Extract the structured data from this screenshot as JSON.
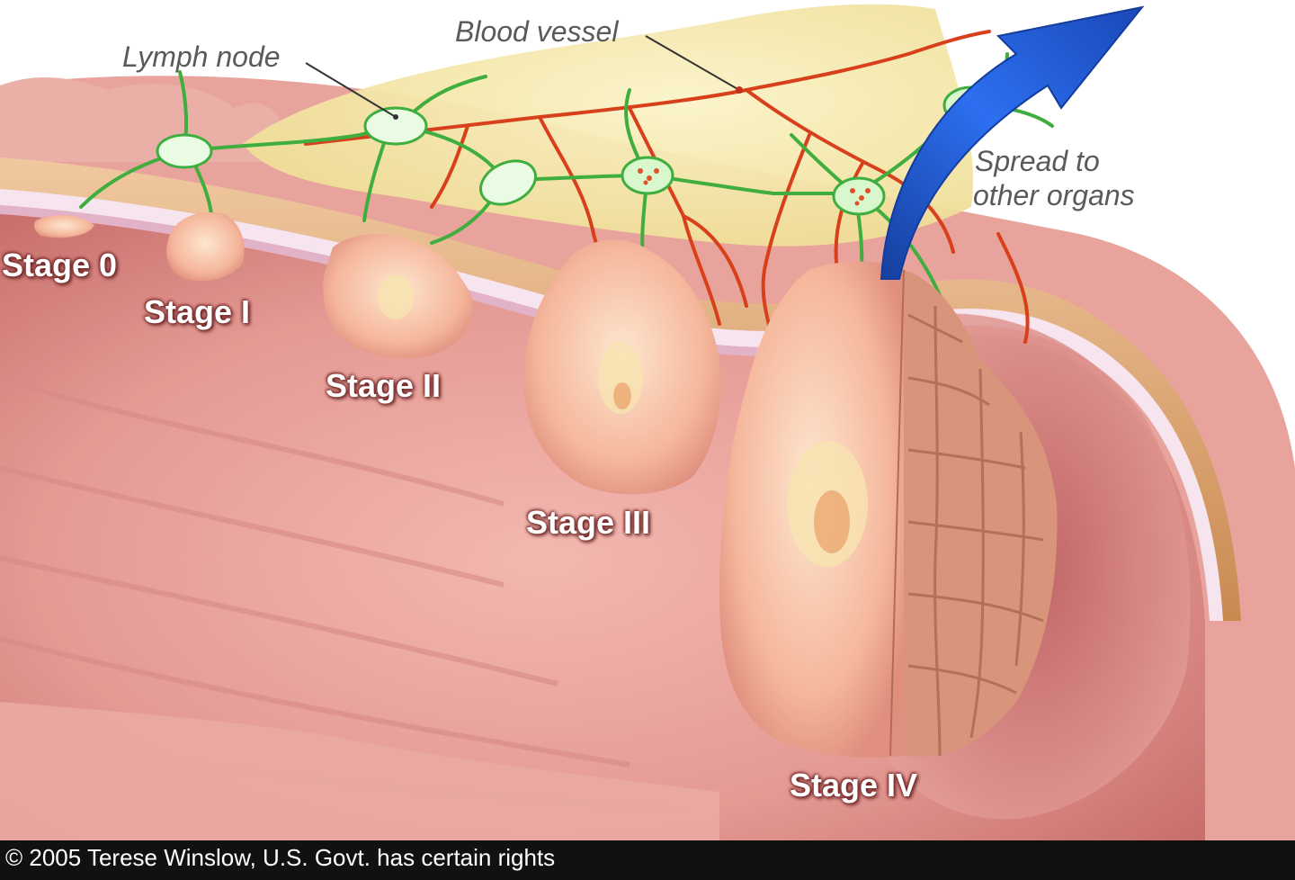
{
  "labels": {
    "stage_0": "Stage 0",
    "stage_1": "Stage I",
    "stage_2": "Stage II",
    "stage_3": "Stage III",
    "stage_4": "Stage IV"
  },
  "callouts": {
    "lymph_node": "Lymph node",
    "blood_vessel": "Blood vessel",
    "spread_line1": "Spread to",
    "spread_line2": "other organs"
  },
  "credit": "© 2005 Terese Winslow, U.S. Govt. has certain rights",
  "colors": {
    "mucosa": "#e8a09a",
    "tumor": "#f4b9a0",
    "fat": "#f3e3a0",
    "lymph_vessel": "#3fae3f",
    "blood_vessel": "#d8401c",
    "arrow": "#1f56d8",
    "footer": "#111111"
  }
}
